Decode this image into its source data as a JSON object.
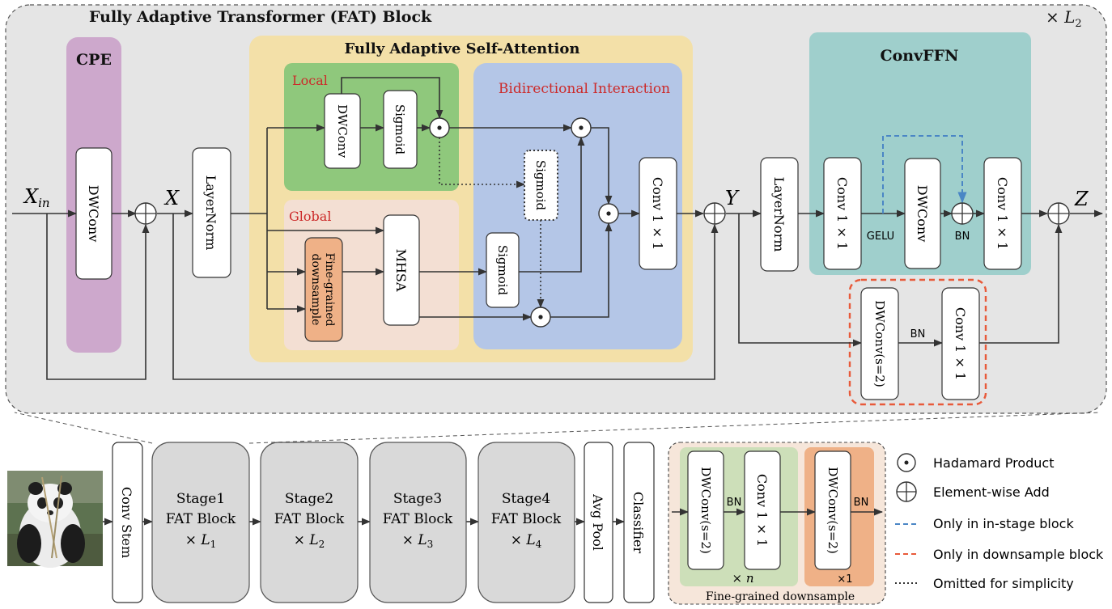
{
  "fat_block": {
    "title": "Fully Adaptive Transformer (FAT) Block",
    "repeat_prefix": "×",
    "repeat_var": "L",
    "repeat_sub": "2"
  },
  "cpe": {
    "title": "CPE",
    "dwconv": "DWConv"
  },
  "signals": {
    "xin_main": "X",
    "xin_sub": "in",
    "x": "X",
    "y": "Y",
    "z": "Z"
  },
  "layernorm1": "LayerNorm",
  "fasa": {
    "title": "Fully Adaptive Self-Attention",
    "local": {
      "label": "Local",
      "dwconv": "DWConv",
      "sigmoid": "Sigmoid"
    },
    "global": {
      "label": "Global",
      "downsample_line1": "Fine-grained",
      "downsample_line2": "downsample",
      "mhsa": "MHSA"
    },
    "bidirectional": {
      "label": "Bidirectional Interaction",
      "sigmoid_dotted": "Sigmoid",
      "sigmoid": "Sigmoid"
    },
    "conv": "Conv 1 × 1"
  },
  "layernorm2": "LayerNorm",
  "convffn": {
    "title": "ConvFFN",
    "conv1": "Conv 1 × 1",
    "gelu": "GELU",
    "dwconv": "DWConv",
    "bn": "BN",
    "conv2": "Conv 1 × 1"
  },
  "downsample_branch": {
    "dwconv": "DWConv(s=2)",
    "bn": "BN",
    "conv": "Conv 1 × 1"
  },
  "pipeline": {
    "conv_stem": "Conv Stem",
    "stages": [
      {
        "name": "Stage1",
        "block": "FAT Block",
        "sub": "1"
      },
      {
        "name": "Stage2",
        "block": "FAT Block",
        "sub": "2"
      },
      {
        "name": "Stage3",
        "block": "FAT Block",
        "sub": "3"
      },
      {
        "name": "Stage4",
        "block": "FAT Block",
        "sub": "4"
      }
    ],
    "stage_repeat_prefix": "×",
    "stage_repeat_var": "L",
    "avg_pool": "Avg Pool",
    "classifier": "Classifier"
  },
  "fine_grained": {
    "caption": "Fine-grained downsample",
    "dwconv1": "DWConv(s=2)",
    "bn1": "BN",
    "conv": "Conv 1 × 1",
    "repeat_n_prefix": "×",
    "repeat_n_var": "n",
    "dwconv2": "DWConv(s=2)",
    "bn2": "BN",
    "repeat_one": "×1"
  },
  "legend": [
    {
      "key": "hadamard",
      "label": "Hadamard Product"
    },
    {
      "key": "add",
      "label": "Element-wise Add"
    },
    {
      "key": "instage",
      "label": "Only in in-stage block",
      "color": "#4a86c5"
    },
    {
      "key": "downsample",
      "label": "Only in downsample block",
      "color": "#e85a3a"
    },
    {
      "key": "omitted",
      "label": "Omitted for simplicity"
    }
  ],
  "colors": {
    "fat_bg": "#e5e5e5",
    "cpe": "#cda8cc",
    "fasa": "#f3e0a8",
    "local": "#8fc87c",
    "global": "#f3dfd3",
    "bidir": "#b4c6e7",
    "convffn": "#9fcfcc",
    "fine_bg": "#f6e6da",
    "fine_green": "#cddfb9",
    "fine_orange": "#efb187",
    "accent_red": "#cc2a2a"
  }
}
